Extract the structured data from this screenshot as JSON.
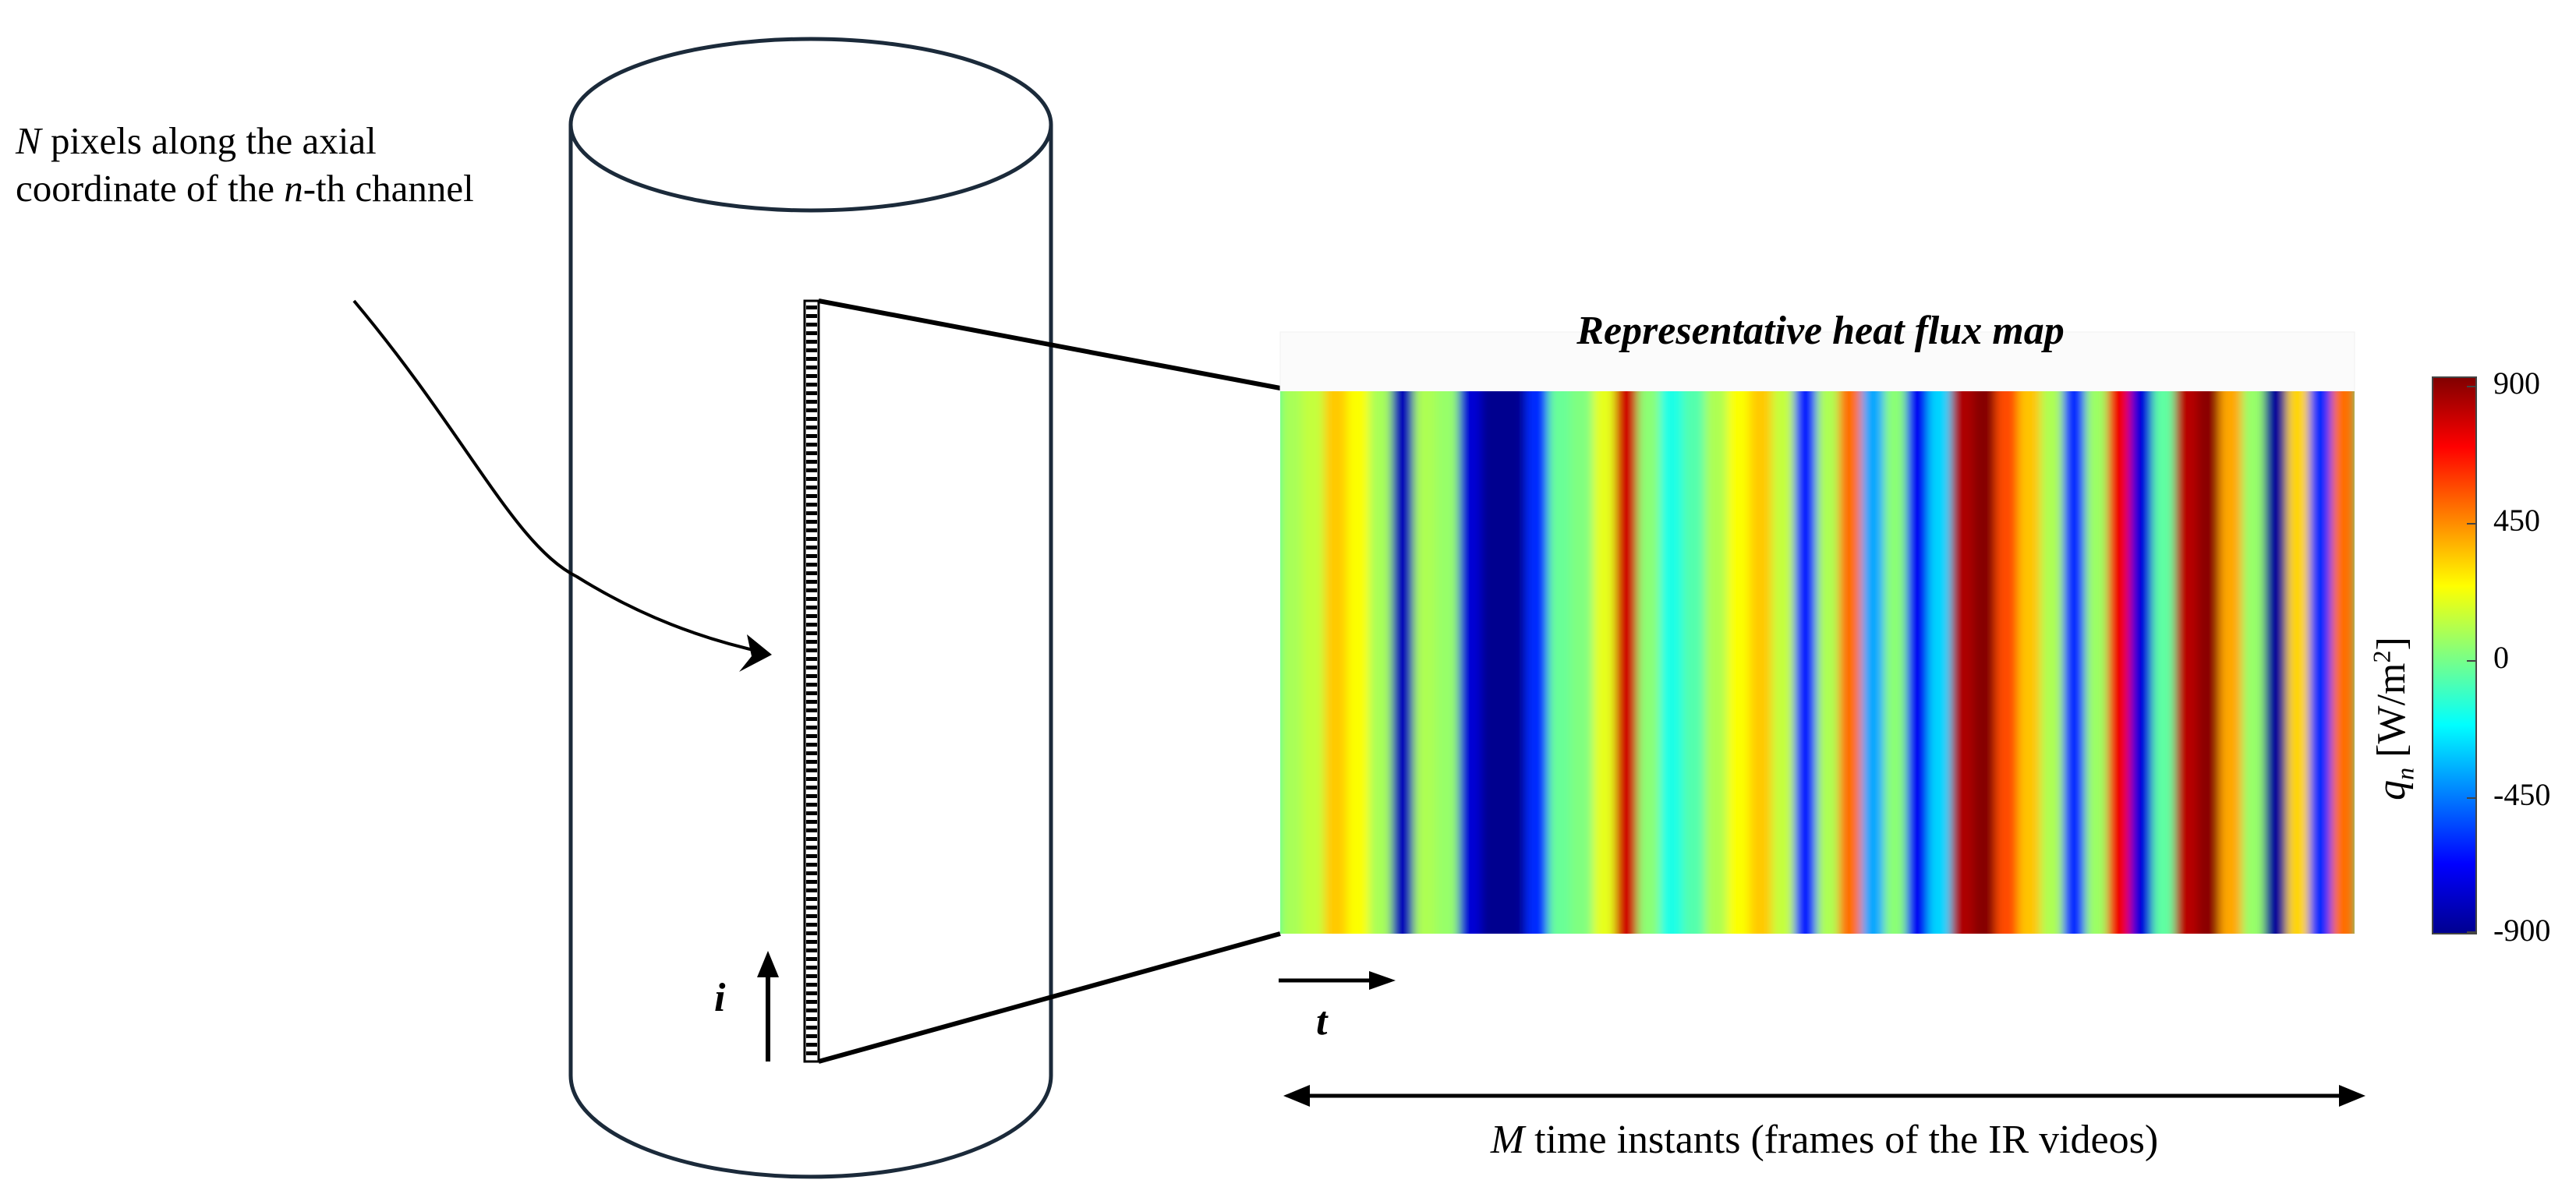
{
  "annotation": {
    "N": "N",
    "text_1": " pixels along the axial coordinate of the ",
    "n": "n",
    "text_2": "-th channel"
  },
  "map": {
    "title": "Representative heat flux map"
  },
  "colorbar": {
    "label_symbol": "q",
    "label_subscript": "n",
    "label_unit_prefix": "[W/m",
    "label_unit_exponent": "2",
    "label_unit_suffix": "]",
    "ticks": [
      "900",
      "450",
      "0",
      "-450",
      "-900"
    ],
    "range": [
      -900,
      900
    ],
    "colormap": "jet"
  },
  "axis": {
    "t": "t",
    "i": "i",
    "M": "M",
    "m_suffix": " time instants (frames of the IR videos)"
  },
  "heatmap": {
    "values": [
      70,
      120,
      320,
      220,
      70,
      -820,
      80,
      40,
      -760,
      -920,
      -920,
      -600,
      -40,
      0,
      180,
      760,
      20,
      -180,
      -80,
      80,
      220,
      320,
      120,
      -620,
      80,
      480,
      -380,
      20,
      -700,
      -300,
      820,
      890,
      540,
      330,
      80,
      -600,
      50,
      700,
      -750,
      -60,
      800,
      880,
      380,
      40,
      -880,
      300,
      -600,
      480
    ]
  },
  "colors": {
    "outline": "#1b2a3a",
    "accent": "#000000"
  }
}
